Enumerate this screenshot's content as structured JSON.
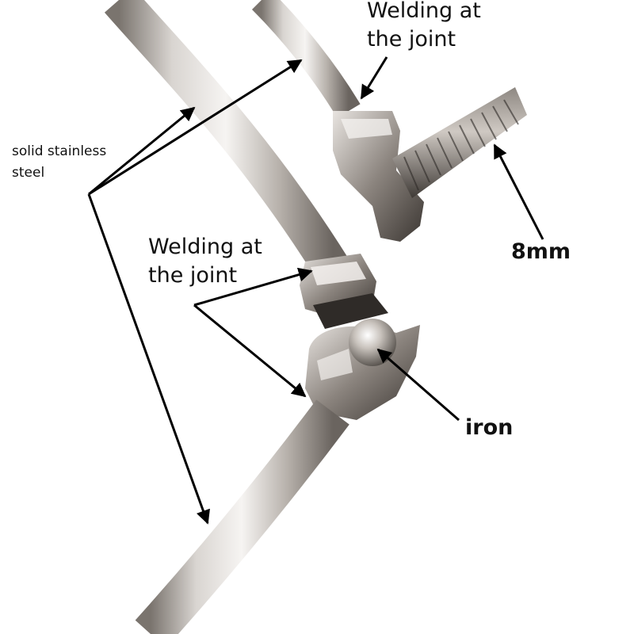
{
  "labels": {
    "welding_top": [
      "Welding at",
      "the joint"
    ],
    "welding_mid": [
      "Welding at",
      "the joint"
    ],
    "steel": [
      "solid stainless",
      "steel"
    ],
    "thread_size": "8mm",
    "ball_material": "iron"
  },
  "colors": {
    "background": "#ffffff",
    "steel_light": "#ece9e6",
    "steel_mid": "#b8b3ae",
    "steel_dark": "#6e6862",
    "bolt": "#5a5550",
    "arrow": "#000000"
  }
}
